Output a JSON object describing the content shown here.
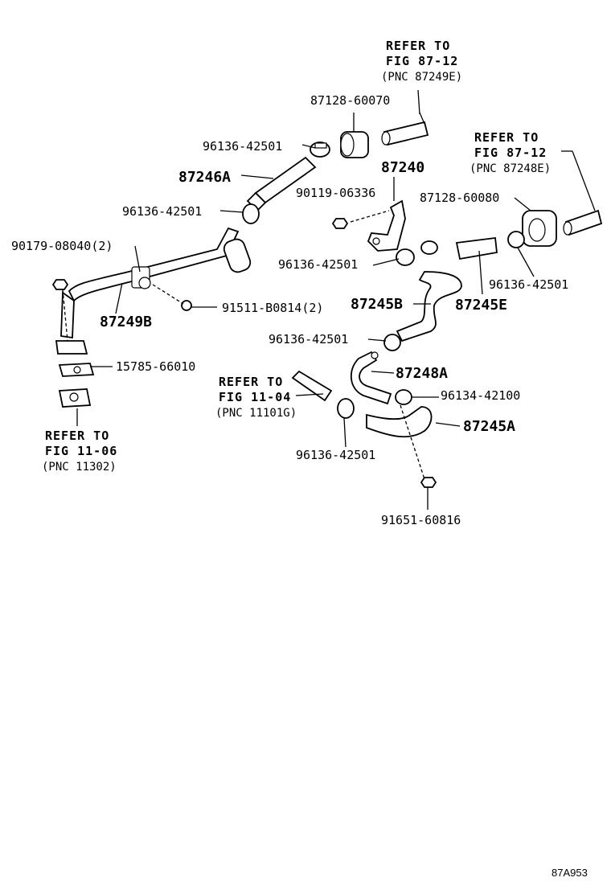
{
  "labels": {
    "refer_to": "REFER TO",
    "fig_87_12_a": "FIG 87-12",
    "pnc_87249e": "(PNC 87249E)",
    "fig_87_12_b": "FIG 87-12",
    "pnc_87248e": "(PNC 87248E)",
    "fig_11_04": "FIG 11-04",
    "pnc_11101g": "(PNC 11101G)",
    "fig_11_06": "FIG 11-06",
    "pnc_11302": "(PNC 11302)",
    "p_87128_60070": "87128-60070",
    "p_96136_42501": "96136-42501",
    "p_87246a": "87246A",
    "p_87240": "87240",
    "p_90119_06336": "90119-06336",
    "p_87128_60080": "87128-60080",
    "p_90179_08040": "90179-08040(2)",
    "p_87245b": "87245B",
    "p_87245e": "87245E",
    "p_91511_b0814": "91511-B0814(2)",
    "p_87249b": "87249B",
    "p_15785_66010": "15785-66010",
    "p_87248a": "87248A",
    "p_96134_42100": "96134-42100",
    "p_87245a": "87245A",
    "p_91651_60816": "91651-60816",
    "diagram_code": "87A953"
  }
}
